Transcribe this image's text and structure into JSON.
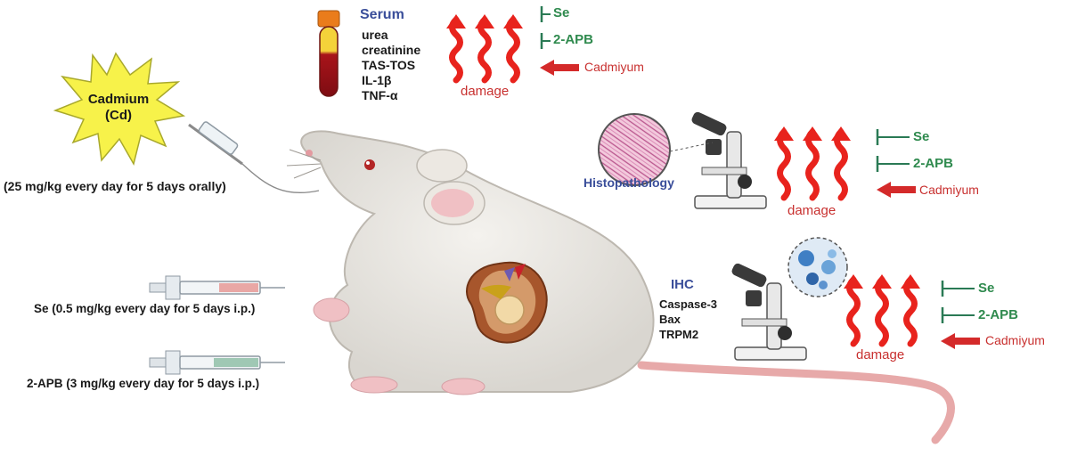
{
  "cadmium": {
    "name": "Cadmium",
    "symbol": "(Cd)",
    "dose": "(25 mg/kg every day for 5 days orally)"
  },
  "se_injection": {
    "label": "Se (0.5 mg/kg every day for 5 days i.p.)"
  },
  "apb_injection": {
    "label": "2-APB (3 mg/kg every day for 5 days i.p.)"
  },
  "serum": {
    "title": "Serum",
    "markers": [
      "urea",
      "creatinine",
      "TAS-TOS",
      "IL-1β",
      "TNF-α"
    ],
    "inhibitors": [
      "Se",
      "2-APB"
    ],
    "inducer": "Cadmiyum",
    "effect": "damage"
  },
  "histopathology": {
    "title": "Histopathology",
    "inhibitors": [
      "Se",
      "2-APB"
    ],
    "inducer": "Cadmiyum",
    "effect": "damage"
  },
  "ihc": {
    "title": "IHC",
    "markers": [
      "Caspase-3",
      "Bax",
      "TRPM2"
    ],
    "inhibitors": [
      "Se",
      "2-APB"
    ],
    "inducer": "Cadmiyum",
    "effect": "damage"
  },
  "colors": {
    "damage_red": "#e8231d",
    "inhibit_green": "#2a7a55",
    "label_blue": "#3a4e9a",
    "starburst": "#f7f24a"
  }
}
